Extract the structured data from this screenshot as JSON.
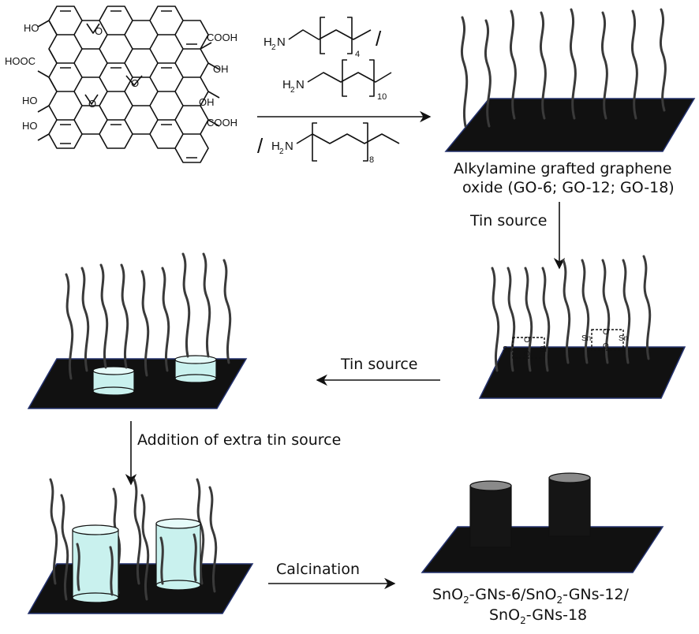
{
  "colors": {
    "sheet": "#111111",
    "sheet_edge": "#24326e",
    "chain": "#3a3a3a",
    "cylinder_light": "#c9f1ee",
    "cylinder_dark": "#151515",
    "cylinder_top_dark": "#8a8a8a"
  },
  "graphene_oxide": {
    "labels": {
      "ho_top": "HO",
      "hooc_left": "HOOC",
      "ho_mid": "HO",
      "ho_bottom": "HO",
      "cooh_top": "COOH",
      "oh_right1": "OH",
      "oh_right2": "OH",
      "cooh_bottom": "COOH",
      "epoxy_o1": "O",
      "epoxy_o2": "O",
      "epoxy_o3": "O"
    }
  },
  "amines": {
    "hexylamine": {
      "amine": "H",
      "sub": "2",
      "n": "N",
      "repeat": "4"
    },
    "dodecylamine": {
      "amine": "H",
      "sub": "2",
      "n": "N",
      "repeat": "10"
    },
    "octadecylamine": {
      "amine": "H",
      "sub": "2",
      "n": "N",
      "repeat": "8"
    },
    "separator": "/"
  },
  "captions": {
    "grafted_line1": "Alkylamine grafted graphene",
    "grafted_line2": "oxide (GO-6; GO-12; GO-18)",
    "tin_source_1": "Tin source",
    "tin_source_2": "Tin source",
    "extra_tin": "Addition of extra tin source",
    "calcination": "Calcination",
    "product_p1": "SnO",
    "product_sub1": "2",
    "product_p2": "-GNs-6/",
    "product_p3": "SnO",
    "product_sub2": "2",
    "product_p4": "-GNs-12/",
    "product_p5": "SnO",
    "product_sub3": "2",
    "product_p6": "-GNs-18"
  },
  "tin_complex": {
    "sn": "Sn",
    "o": "O"
  }
}
